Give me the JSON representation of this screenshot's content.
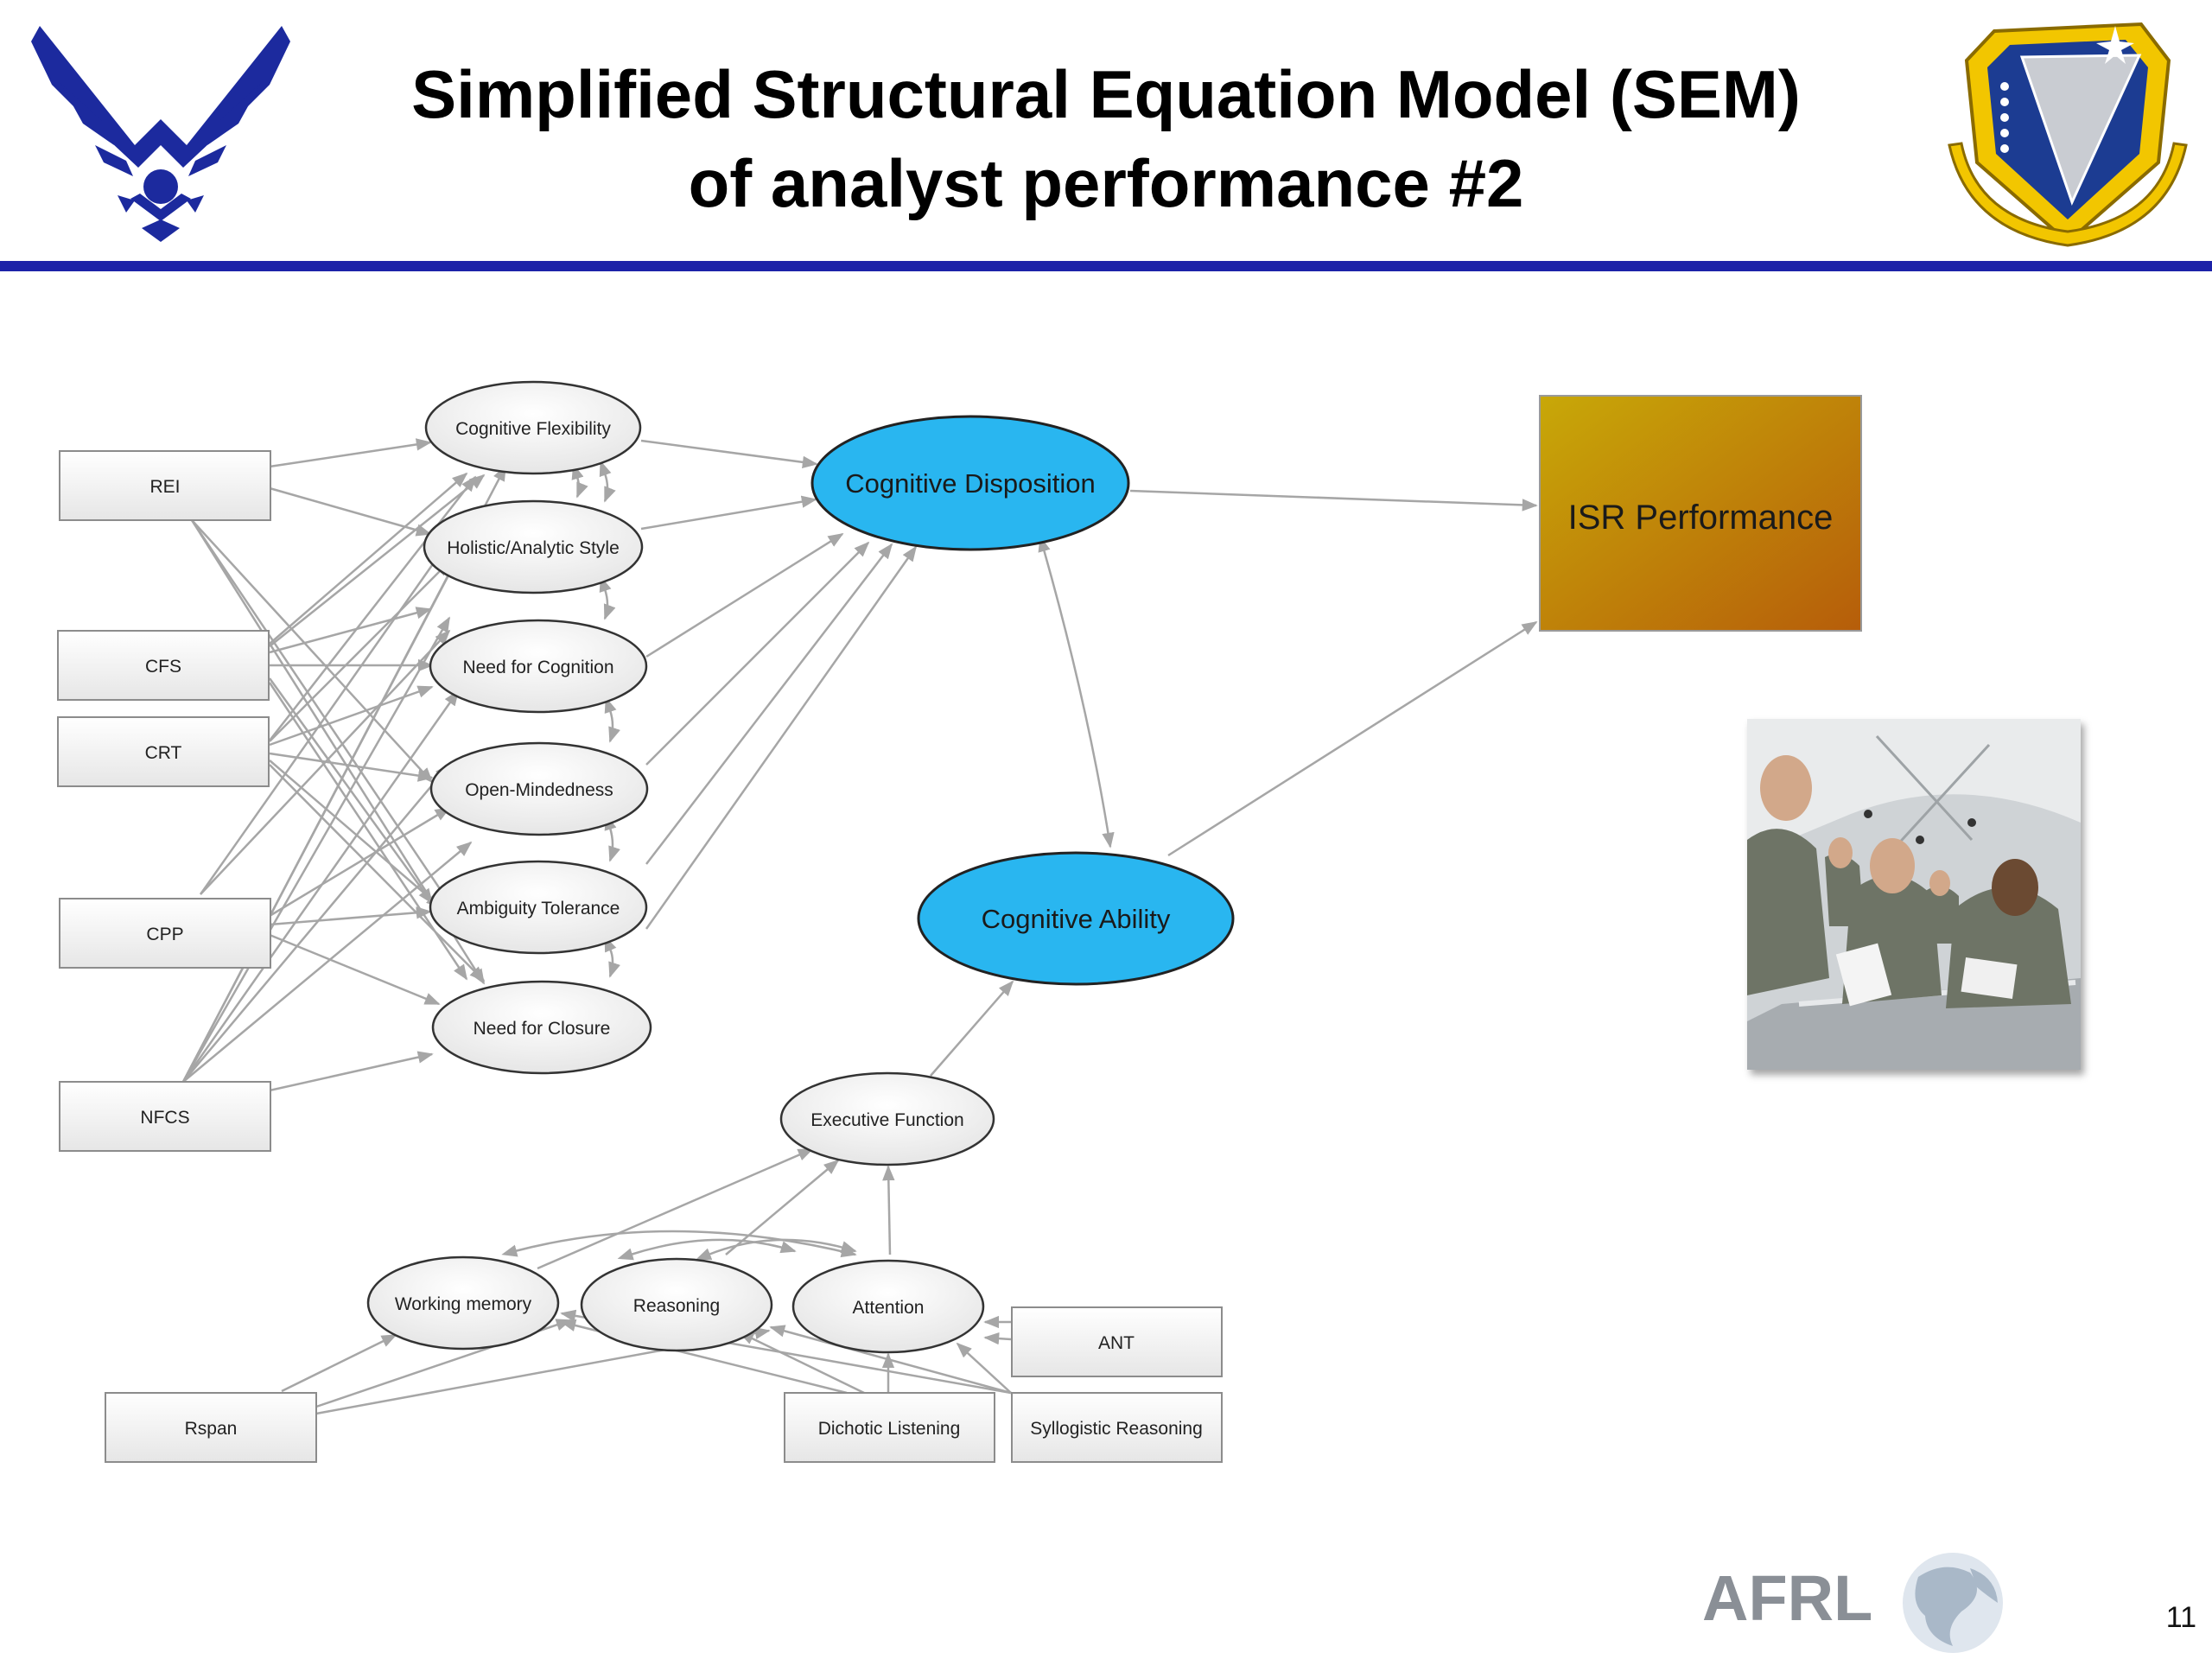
{
  "slide": {
    "title_line1": "Simplified Structural Equation Model (SEM)",
    "title_line2": "of analyst performance #2",
    "page_number": "11"
  },
  "colors": {
    "header_rule": "#1c22a8",
    "latent_blue": "#29b6f0",
    "outcome_gradient_start": "#c8a808",
    "outcome_gradient_end": "#b65d0a",
    "arrow_gray": "#a6a6a6"
  },
  "logos": {
    "left": "air-force-wings-icon",
    "right": "afrl-shield-icon",
    "footer": "AFRL"
  },
  "diagram": {
    "boxes": {
      "rei": "REI",
      "cfs": "CFS",
      "crt": "CRT",
      "cpp": "CPP",
      "nfcs": "NFCS",
      "rspan": "Rspan",
      "dichotic": "Dichotic  Listening",
      "ant": "ANT",
      "syllogistic": "Syllogistic  Reasoning"
    },
    "disposition_factors": {
      "cog_flex": "Cognitive  Flexibility",
      "holistic": "Holistic/Analytic  Style",
      "nfc": "Need  for  Cognition",
      "open_mind": "Open-Mindedness",
      "ambiguity": "Ambiguity  Tolerance",
      "closure": "Need  for  Closure"
    },
    "ability_factors": {
      "working_memory": "Working  memory",
      "reasoning": "Reasoning",
      "attention": "Attention",
      "executive": "Executive  Function"
    },
    "latent": {
      "disposition": "Cognitive  Disposition",
      "ability": "Cognitive  Ability"
    },
    "outcome": {
      "isr": "ISR  Performance"
    }
  }
}
